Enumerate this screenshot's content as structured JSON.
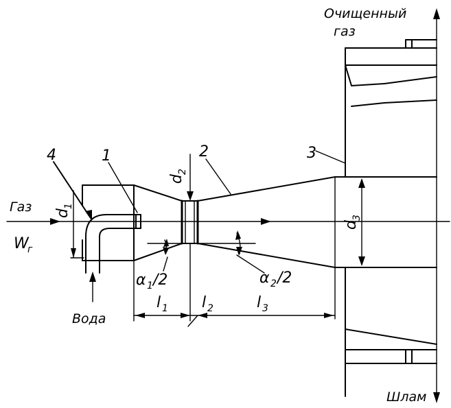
{
  "labels": {
    "clean_gas_line1": "Очищенный",
    "clean_gas_line2": "газ",
    "gas": "Газ",
    "water": "Вода",
    "sludge": "Шлам",
    "w_base": "W",
    "w_sub": "г",
    "part_1": "1",
    "part_2": "2",
    "part_3": "3",
    "part_4": "4",
    "d1_base": "d",
    "d1_sub": "1",
    "d2_base": "d",
    "d2_sub": "2",
    "d3_base": "d",
    "d3_sub": "3",
    "l1_base": "l",
    "l1_sub": "1",
    "l2_base": "l",
    "l2_sub": "2",
    "l3_base": "l",
    "l3_sub": "3",
    "alpha1_base": "α",
    "alpha1_sub": "1",
    "alpha1_tail": "/2",
    "alpha2_base": "α",
    "alpha2_sub": "2",
    "alpha2_tail": "/2"
  }
}
